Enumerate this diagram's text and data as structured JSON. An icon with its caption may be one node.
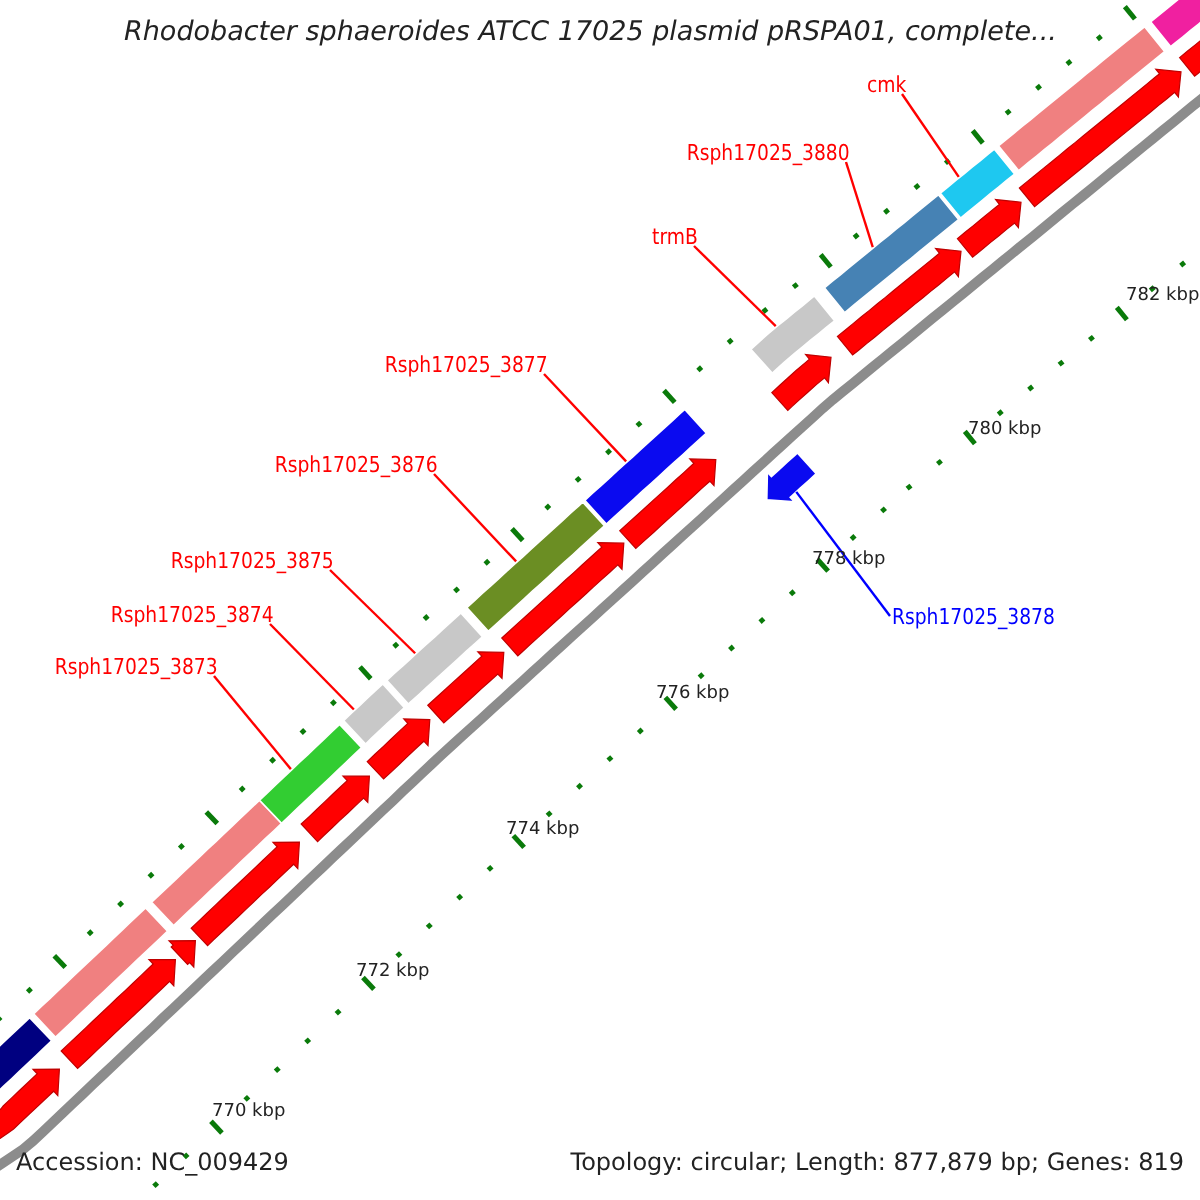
{
  "diagram": {
    "title": "Rhodobacter sphaeroides ATCC 17025 plasmid pRSPA01, complete...",
    "nodes": [
      {
        "text": [
          "cmk"
        ]
      },
      {
        "text": [
          "Rsph17025_3880"
        ]
      },
      {
        "text": [
          "trmB"
        ]
      },
      {
        "text": [
          "Rsph17025_3877"
        ]
      },
      {
        "text": [
          "Rsph17025_3876"
        ]
      },
      {
        "text": [
          "Rsph17025_3875"
        ]
      },
      {
        "text": [
          "Rsph17025_3874"
        ]
      },
      {
        "text": [
          "Rsph17025_3873"
        ]
      },
      {
        "text": [
          "Rsph17025_3878"
        ]
      },
      {
        "text": [],
        "shape": "bar"
      },
      {
        "text": [],
        "shape": "bar"
      },
      {
        "text": [],
        "shape": "bar"
      },
      {
        "text": [],
        "shape": "bar"
      },
      {
        "text": [],
        "shape": "bar"
      },
      {
        "text": [],
        "shape": "bar"
      },
      {
        "text": [],
        "shape": "bar"
      },
      {
        "text": [],
        "shape": "bar"
      },
      {
        "text": [],
        "shape": "bar"
      }
    ],
    "edges": [
      {
        "from": 0,
        "to": 9,
        "arrow": "none"
      },
      {
        "from": 1,
        "to": 10,
        "arrow": "none"
      },
      {
        "from": 2,
        "to": 11,
        "arrow": "none"
      },
      {
        "from": 3,
        "to": 12,
        "arrow": "none"
      },
      {
        "from": 4,
        "to": 13,
        "arrow": "none"
      },
      {
        "from": 5,
        "to": 14,
        "arrow": "none"
      },
      {
        "from": 6,
        "to": 15,
        "arrow": "none"
      },
      {
        "from": 7,
        "to": 16,
        "arrow": "none"
      },
      {
        "from": 8,
        "to": 17,
        "arrow": "none",
        "color": "#0000ff"
      }
    ],
    "labels": [
      "782 kbp",
      "780 kbp",
      "778 kbp",
      "776 kbp",
      "774 kbp",
      "772 kbp",
      "770 kbp",
      "Accession: NC_009429",
      "Topology: circular; Length: 877,879 bp; Genes: 819"
    ]
  }
}
